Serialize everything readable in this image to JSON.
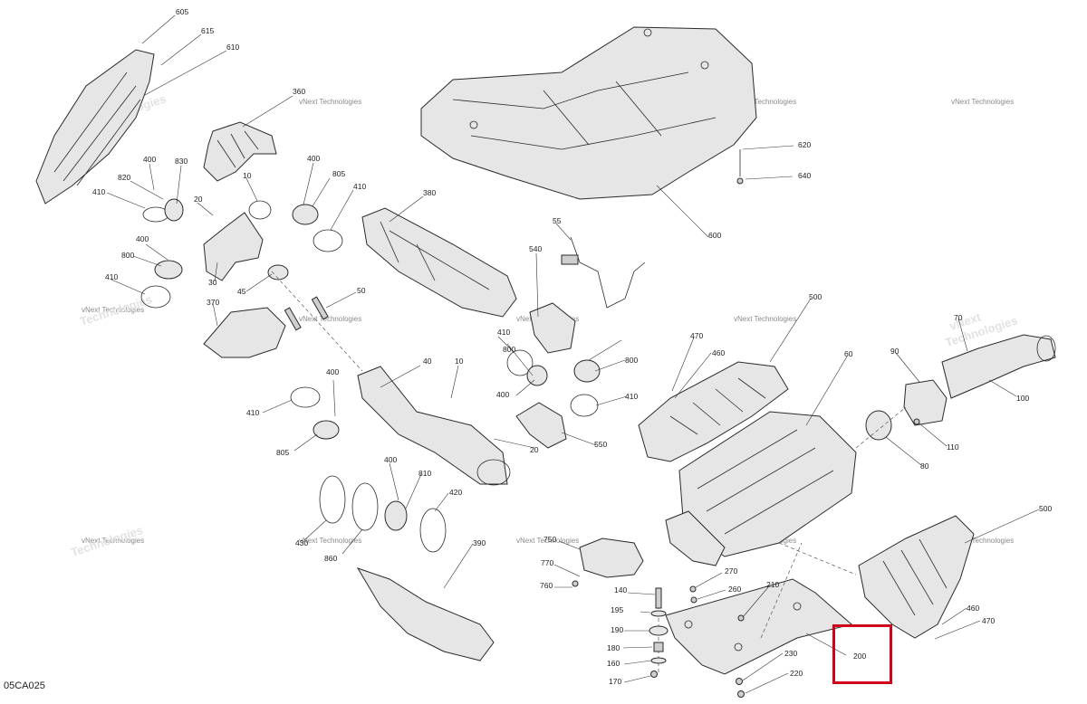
{
  "diagram": {
    "code": "05CA025",
    "highlighted_part": "200",
    "callouts": [
      "605",
      "615",
      "610",
      "360",
      "400",
      "830",
      "820",
      "410",
      "10",
      "805",
      "410",
      "380",
      "400",
      "800",
      "20",
      "30",
      "410",
      "45",
      "370",
      "50",
      "55",
      "540",
      "600",
      "620",
      "640",
      "400",
      "410",
      "40",
      "10",
      "410",
      "800",
      "400",
      "400",
      "800",
      "410",
      "550",
      "20",
      "805",
      "400",
      "810",
      "420",
      "430",
      "860",
      "390",
      "750",
      "770",
      "760",
      "140",
      "195",
      "190",
      "180",
      "160",
      "170",
      "270",
      "260",
      "210",
      "230",
      "220",
      "200",
      "500",
      "470",
      "460",
      "60",
      "90",
      "70",
      "100",
      "110",
      "80",
      "500",
      "460",
      "470"
    ],
    "watermark_lines": [
      "vNext Technologies",
      "vNext",
      "Technologies"
    ],
    "colors": {
      "highlight": "#d0021b",
      "line": "#2a2a2a",
      "part_fill": "#e6e6e6"
    }
  }
}
